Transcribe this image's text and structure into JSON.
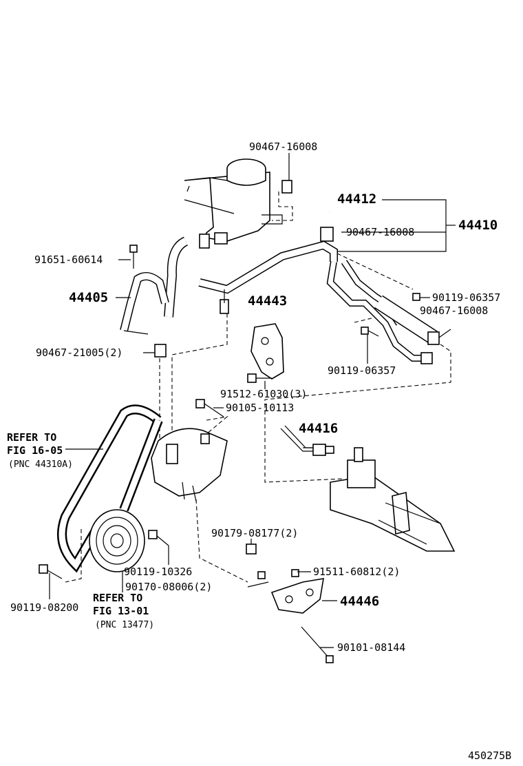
{
  "labels": {
    "p90467_16008_top": "90467-16008",
    "p44412": "44412",
    "p44410": "44410",
    "p90467_16008_mid": "90467-16008",
    "p91651_60614": "91651-60614",
    "p44405": "44405",
    "p44443": "44443",
    "p90119_06357_a": "90119-06357",
    "p90467_16008_right": "90467-16008",
    "p90467_21005": "90467-21005(2)",
    "p90119_06357_b": "90119-06357",
    "p91512_61030": "91512-61030(3)",
    "p90105_10113": "90105-10113",
    "p44416": "44416",
    "p90179_08177": "90179-08177(2)",
    "p91511_60812": "91511-60812(2)",
    "p90119_10326": "90119-10326",
    "p90170_08006": "90170-08006(2)",
    "p44446": "44446",
    "p90119_08200": "90119-08200",
    "p90101_08144": "90101-08144"
  },
  "refer_belt": {
    "line1": "REFER TO",
    "line2": "FIG 16-05",
    "line3": "(PNC 44310A)"
  },
  "refer_pulley": {
    "line1": "REFER TO",
    "line2": "FIG 13-01",
    "line3": "(PNC 13477)"
  },
  "figure_id": "450275B"
}
